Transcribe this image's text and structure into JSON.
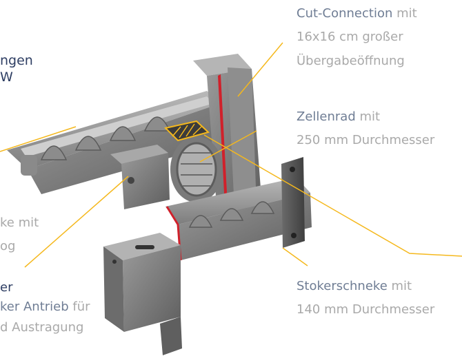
{
  "colors": {
    "heading": "#2e3e63",
    "highlight": "#6f7d94",
    "muted": "#a9a9a9",
    "leader": "#f5b81c",
    "cutaway": "#d0212b"
  },
  "callouts": {
    "cut_connection": {
      "name": "Cut-Connection",
      "suffix": " mit",
      "line2": "16x16 cm großer",
      "line3": "Übergabeöffnung"
    },
    "zellenrad": {
      "name": "Zellenrad",
      "suffix": " mit",
      "line2": "250 mm Durchmesser"
    },
    "stoker": {
      "name": "Stokerschneke",
      "suffix": " mit",
      "line2": "140 mm Durchmesser"
    },
    "drive": {
      "line1": "er",
      "name": "ker Antrieb",
      "suffix": " für",
      "line3": "d Austragung"
    },
    "left_screw": {
      "line1": "ke mit",
      "line2": "og"
    },
    "heading": {
      "line1": "ngen",
      "line2": "W"
    }
  }
}
